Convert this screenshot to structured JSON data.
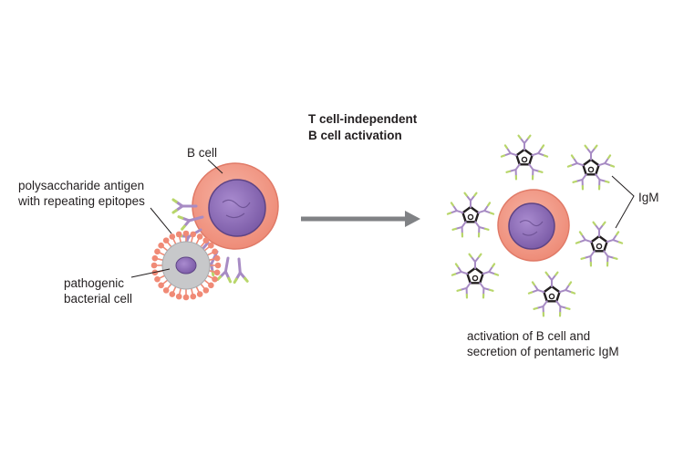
{
  "title": {
    "line1": "T cell-independent",
    "line2": "B cell activation"
  },
  "labels": {
    "b_cell": "B cell",
    "antigen_line1": "polysaccharide antigen",
    "antigen_line2": "with repeating epitopes",
    "bacteria_line1": "pathogenic",
    "bacteria_line2": "bacterial cell",
    "igm": "IgM",
    "result_line1": "activation of B cell and",
    "result_line2": "secretion of pentameric IgM"
  },
  "colors": {
    "b_cell_outer": "#f4a08f",
    "b_cell_edge": "#e07a67",
    "nucleus": "#8b6bb1",
    "nucleus_edge": "#5e4485",
    "bacterium": "#c7c8ca",
    "antigen": "#f08a76",
    "antibody_arm": "#a78bc4",
    "antibody_tip": "#b8d66a",
    "igm_core": "#231f20",
    "arrow": "#808285"
  }
}
